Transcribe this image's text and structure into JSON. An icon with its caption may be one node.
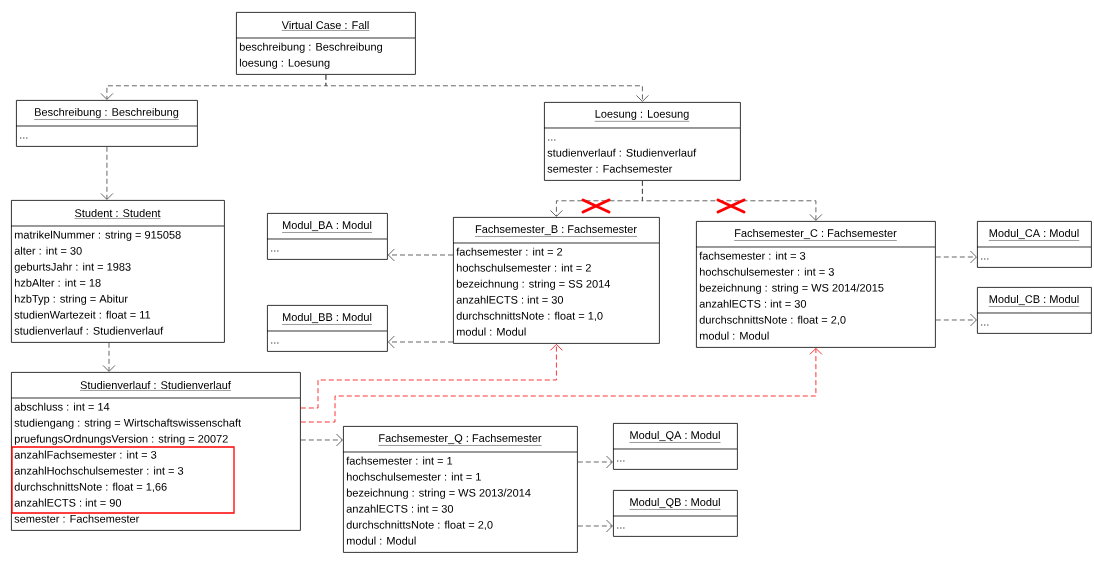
{
  "diagram": {
    "nodes": [
      {
        "text": [
          "Virtual Case : Fall",
          "beschreibung : Beschreibung",
          "loesung : Loesung"
        ]
      },
      {
        "text": [
          "Beschreibung : Beschreibung",
          "..."
        ]
      },
      {
        "text": [
          "Loesung : Loesung",
          "...",
          "studienverlauf : Studienverlauf",
          "semester : Fachsemester"
        ]
      },
      {
        "text": [
          "Student : Student",
          "matrikelNummer : string = 915058",
          "alter : int = 30",
          "geburtsJahr : int = 1983",
          "hzbAlter : int = 18",
          "hzbTyp : string = Abitur",
          "studienWartezeit : float = 11",
          "studienverlauf : Studienverlauf"
        ]
      },
      {
        "text": [
          "Modul_BA : Modul",
          "..."
        ]
      },
      {
        "text": [
          "Fachsemester_B : Fachsemester",
          "fachsemester : int = 2",
          "hochschulsemester : int = 2",
          "bezeichnung : string = SS 2014",
          "anzahlECTS : int = 30",
          "durchschnittsNote : float = 1,0",
          "modul : Modul"
        ]
      },
      {
        "text": [
          "Fachsemester_C : Fachsemester",
          "fachsemester : int = 3",
          "hochschulsemester : int = 3",
          "bezeichnung : string = WS 2014/2015",
          "anzahlECTS : int = 30",
          "durchschnittsNote : float = 2,0",
          "modul : Modul"
        ]
      },
      {
        "text": [
          "Modul_CA : Modul",
          "..."
        ]
      },
      {
        "text": [
          "Modul_BB : Modul",
          "..."
        ]
      },
      {
        "text": [
          "Modul_CB : Modul",
          "..."
        ]
      },
      {
        "text": [
          "Studienverlauf : Studienverlauf",
          "abschluss : int = 14",
          "studiengang : string = Wirtschaftswissenschaft",
          "pruefungsOrdnungsVersion : string = 20072",
          "anzahlFachsemester : int = 3",
          "anzahlHochschulsemester : int = 3",
          "durchschnittsNote : float = 1,66",
          "anzahlECTS : int = 90",
          "semester : Fachsemester"
        ]
      },
      {
        "text": [
          "Fachsemester_Q : Fachsemester",
          "fachsemester : int = 1",
          "hochschulsemester : int = 1",
          "bezeichnung : string = WS 2013/2014",
          "anzahlECTS : int = 30",
          "durchschnittsNote : float = 2,0",
          "modul : Modul"
        ]
      },
      {
        "text": [
          "Modul_QA : Modul",
          "..."
        ]
      },
      {
        "text": [
          "Modul_QB : Modul",
          "..."
        ]
      }
    ],
    "edges": [
      {
        "from": 0,
        "to": 1,
        "arrow": "to",
        "style": "dashed"
      },
      {
        "from": 0,
        "to": 2,
        "arrow": "to",
        "style": "dashed"
      },
      {
        "from": 1,
        "to": 3,
        "arrow": "to",
        "style": "dashed"
      },
      {
        "from": 3,
        "to": 10,
        "arrow": "to",
        "style": "dashed"
      },
      {
        "from": 2,
        "to": 5,
        "arrow": "to",
        "style": "dashed"
      },
      {
        "from": 2,
        "to": 6,
        "arrow": "to",
        "style": "dashed"
      },
      {
        "from": 5,
        "to": 4,
        "arrow": "to",
        "style": "dashed"
      },
      {
        "from": 5,
        "to": 8,
        "arrow": "to",
        "style": "dashed"
      },
      {
        "from": 6,
        "to": 7,
        "arrow": "to",
        "style": "dashed"
      },
      {
        "from": 6,
        "to": 9,
        "arrow": "to",
        "style": "dashed"
      },
      {
        "from": 10,
        "to": 5,
        "arrow": "to",
        "style": "dashed",
        "color": "#ff0000"
      },
      {
        "from": 10,
        "to": 6,
        "arrow": "to",
        "style": "dashed",
        "color": "#ff0000"
      },
      {
        "from": 10,
        "to": 11,
        "arrow": "to",
        "style": "dashed"
      },
      {
        "from": 11,
        "to": 12,
        "arrow": "to",
        "style": "dashed"
      },
      {
        "from": 11,
        "to": 13,
        "arrow": "to",
        "style": "dashed"
      }
    ]
  }
}
